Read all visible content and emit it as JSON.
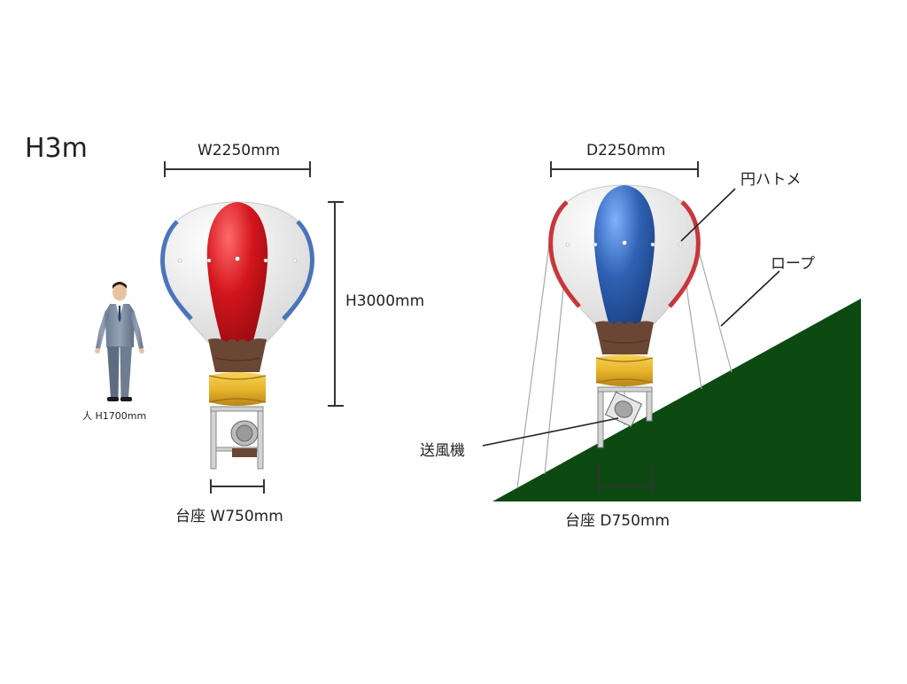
{
  "title": "H3m",
  "front": {
    "width_label": "W2250mm",
    "height_label": "H3000mm",
    "person_label": "人 H1700mm",
    "base_label": "台座 W750mm"
  },
  "side": {
    "depth_label": "D2250mm",
    "eyelet_label": "円ハトメ",
    "rope_label": "ロープ",
    "blower_label": "送風機",
    "base_label": "台座 D750mm"
  },
  "colors": {
    "red": "#d3151d",
    "blue": "#2f62b4",
    "white": "#f2f2f2",
    "brown": "#6a4735",
    "gold": "#e8b52c",
    "slope": "#0c4a12"
  }
}
